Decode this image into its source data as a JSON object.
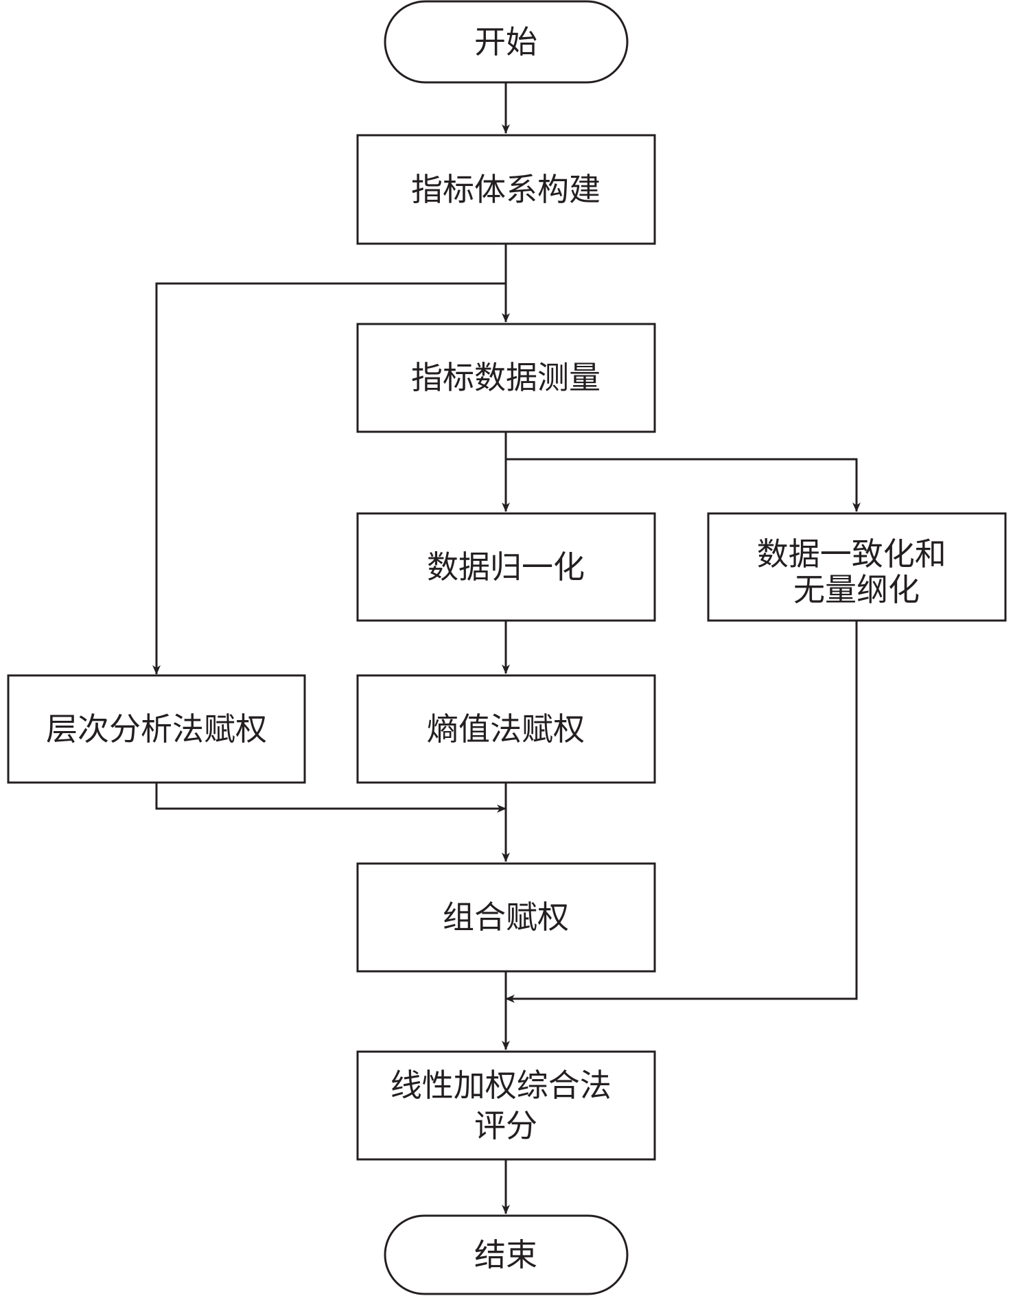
{
  "diagram": {
    "type": "flowchart",
    "colors": {
      "stroke": "#231f20",
      "fill": "#ffffff",
      "text": "#231f20"
    },
    "nodes": {
      "start": {
        "shape": "terminal",
        "lines": [
          "开始"
        ]
      },
      "index_build": {
        "shape": "process",
        "lines": [
          "指标体系构建"
        ]
      },
      "measure": {
        "shape": "process",
        "lines": [
          "指标数据测量"
        ]
      },
      "normalize": {
        "shape": "process",
        "lines": [
          "数据归一化"
        ]
      },
      "consistency": {
        "shape": "process",
        "lines": [
          "数据一致化和",
          "无量纲化"
        ]
      },
      "ahp": {
        "shape": "process",
        "lines": [
          "层次分析法赋权"
        ]
      },
      "entropy": {
        "shape": "process",
        "lines": [
          "熵值法赋权"
        ]
      },
      "combine": {
        "shape": "process",
        "lines": [
          "组合赋权"
        ]
      },
      "score": {
        "shape": "process",
        "lines": [
          "线性加权综合法",
          "评分"
        ]
      },
      "end": {
        "shape": "terminal",
        "lines": [
          "结束"
        ]
      }
    },
    "edges": [
      {
        "from": "start",
        "to": "index_build"
      },
      {
        "from": "index_build",
        "to": "measure"
      },
      {
        "from": "index_build",
        "to": "ahp"
      },
      {
        "from": "measure",
        "to": "normalize"
      },
      {
        "from": "measure",
        "to": "consistency"
      },
      {
        "from": "normalize",
        "to": "entropy"
      },
      {
        "from": "entropy",
        "to": "combine"
      },
      {
        "from": "ahp",
        "to": "combine"
      },
      {
        "from": "combine",
        "to": "score"
      },
      {
        "from": "consistency",
        "to": "score"
      },
      {
        "from": "score",
        "to": "end"
      }
    ]
  }
}
